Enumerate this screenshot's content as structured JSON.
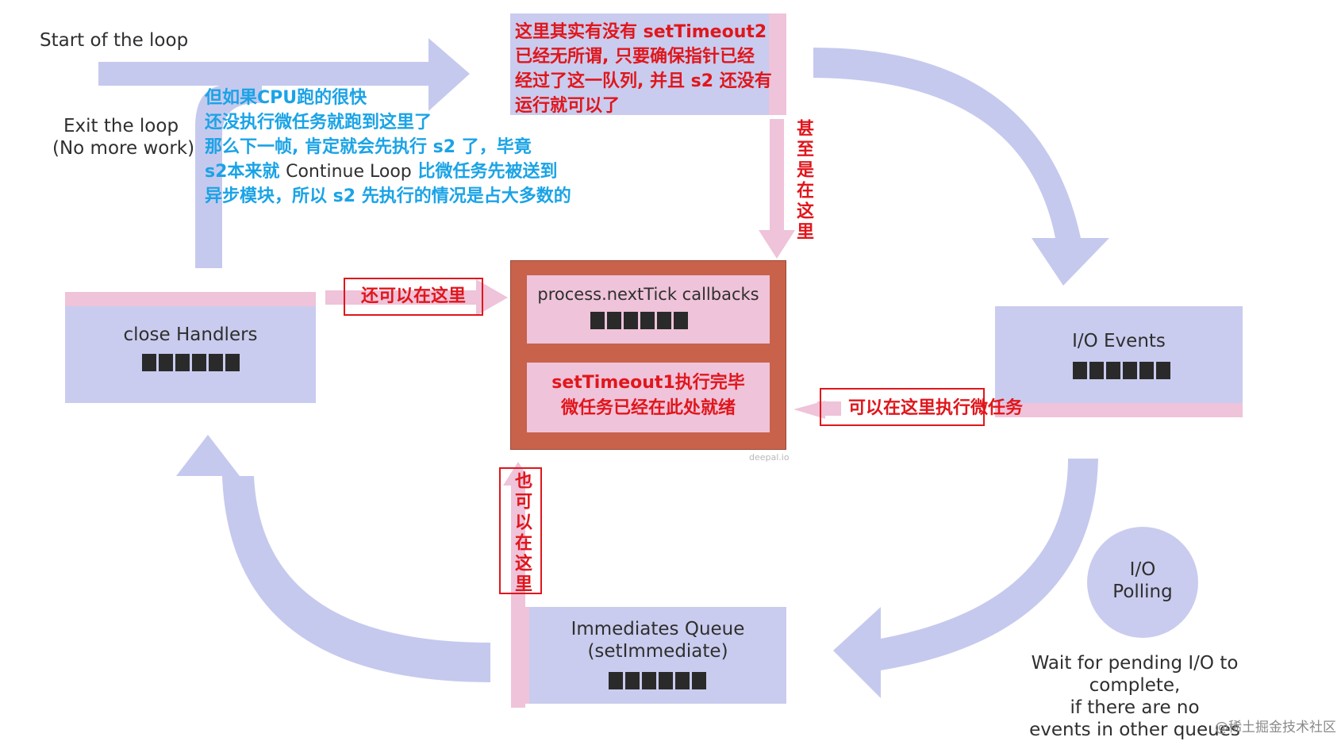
{
  "labels": {
    "start_loop": "Start of the loop",
    "exit_loop_1": "Exit the loop",
    "exit_loop_2": "(No more work)",
    "continue_loop": "Continue Loop",
    "io_polling_1": "I/O",
    "io_polling_2": "Polling",
    "wait_1": "Wait for pending I/O to complete,",
    "wait_2": "if there are no",
    "wait_3": "events in other queues",
    "watermark": "deepal.io",
    "site": "@稀土掘金技术社区"
  },
  "boxes": {
    "close": "close Handlers",
    "io_events": "I/O Events",
    "immediates_1": "Immediates Queue",
    "immediates_2": "(setImmediate)",
    "nexttick": "process.nextTick callbacks"
  },
  "annotations": {
    "top_red_1": "这里其实有没有 setTimeout2",
    "top_red_2": "已经无所谓, 只要确保指针已经",
    "top_red_3": "经过了这一队列, 并且 s2 还没有",
    "top_red_4": "运行就可以了",
    "blue_1": "但如果CPU跑的很快",
    "blue_2": "还没执行微任务就跑到这里了",
    "blue_3": "那么下一帧, 肯定就会先执行 s2 了，毕竟",
    "blue_4a": "s2本来就",
    "blue_4b": "比微任务先被送到",
    "blue_5": "异步模块，所以 s2 先执行的情况是占大多数的",
    "center_red_1": "setTimeout1执行完毕",
    "center_red_2": "微任务已经在此处就绪",
    "vertical_top": "甚至是在这里",
    "also_here": "还可以在这里",
    "can_exec": "可以在这里执行微任务",
    "vertical_bottom": "也可以在这里"
  },
  "colors": {
    "arrow": "#c6c9ee",
    "box": "#c9ccee",
    "pink": "#efc3d9",
    "center_frame": "#c9624b",
    "annotation_red": "#e0161c",
    "annotation_blue": "#1aa3e6"
  }
}
